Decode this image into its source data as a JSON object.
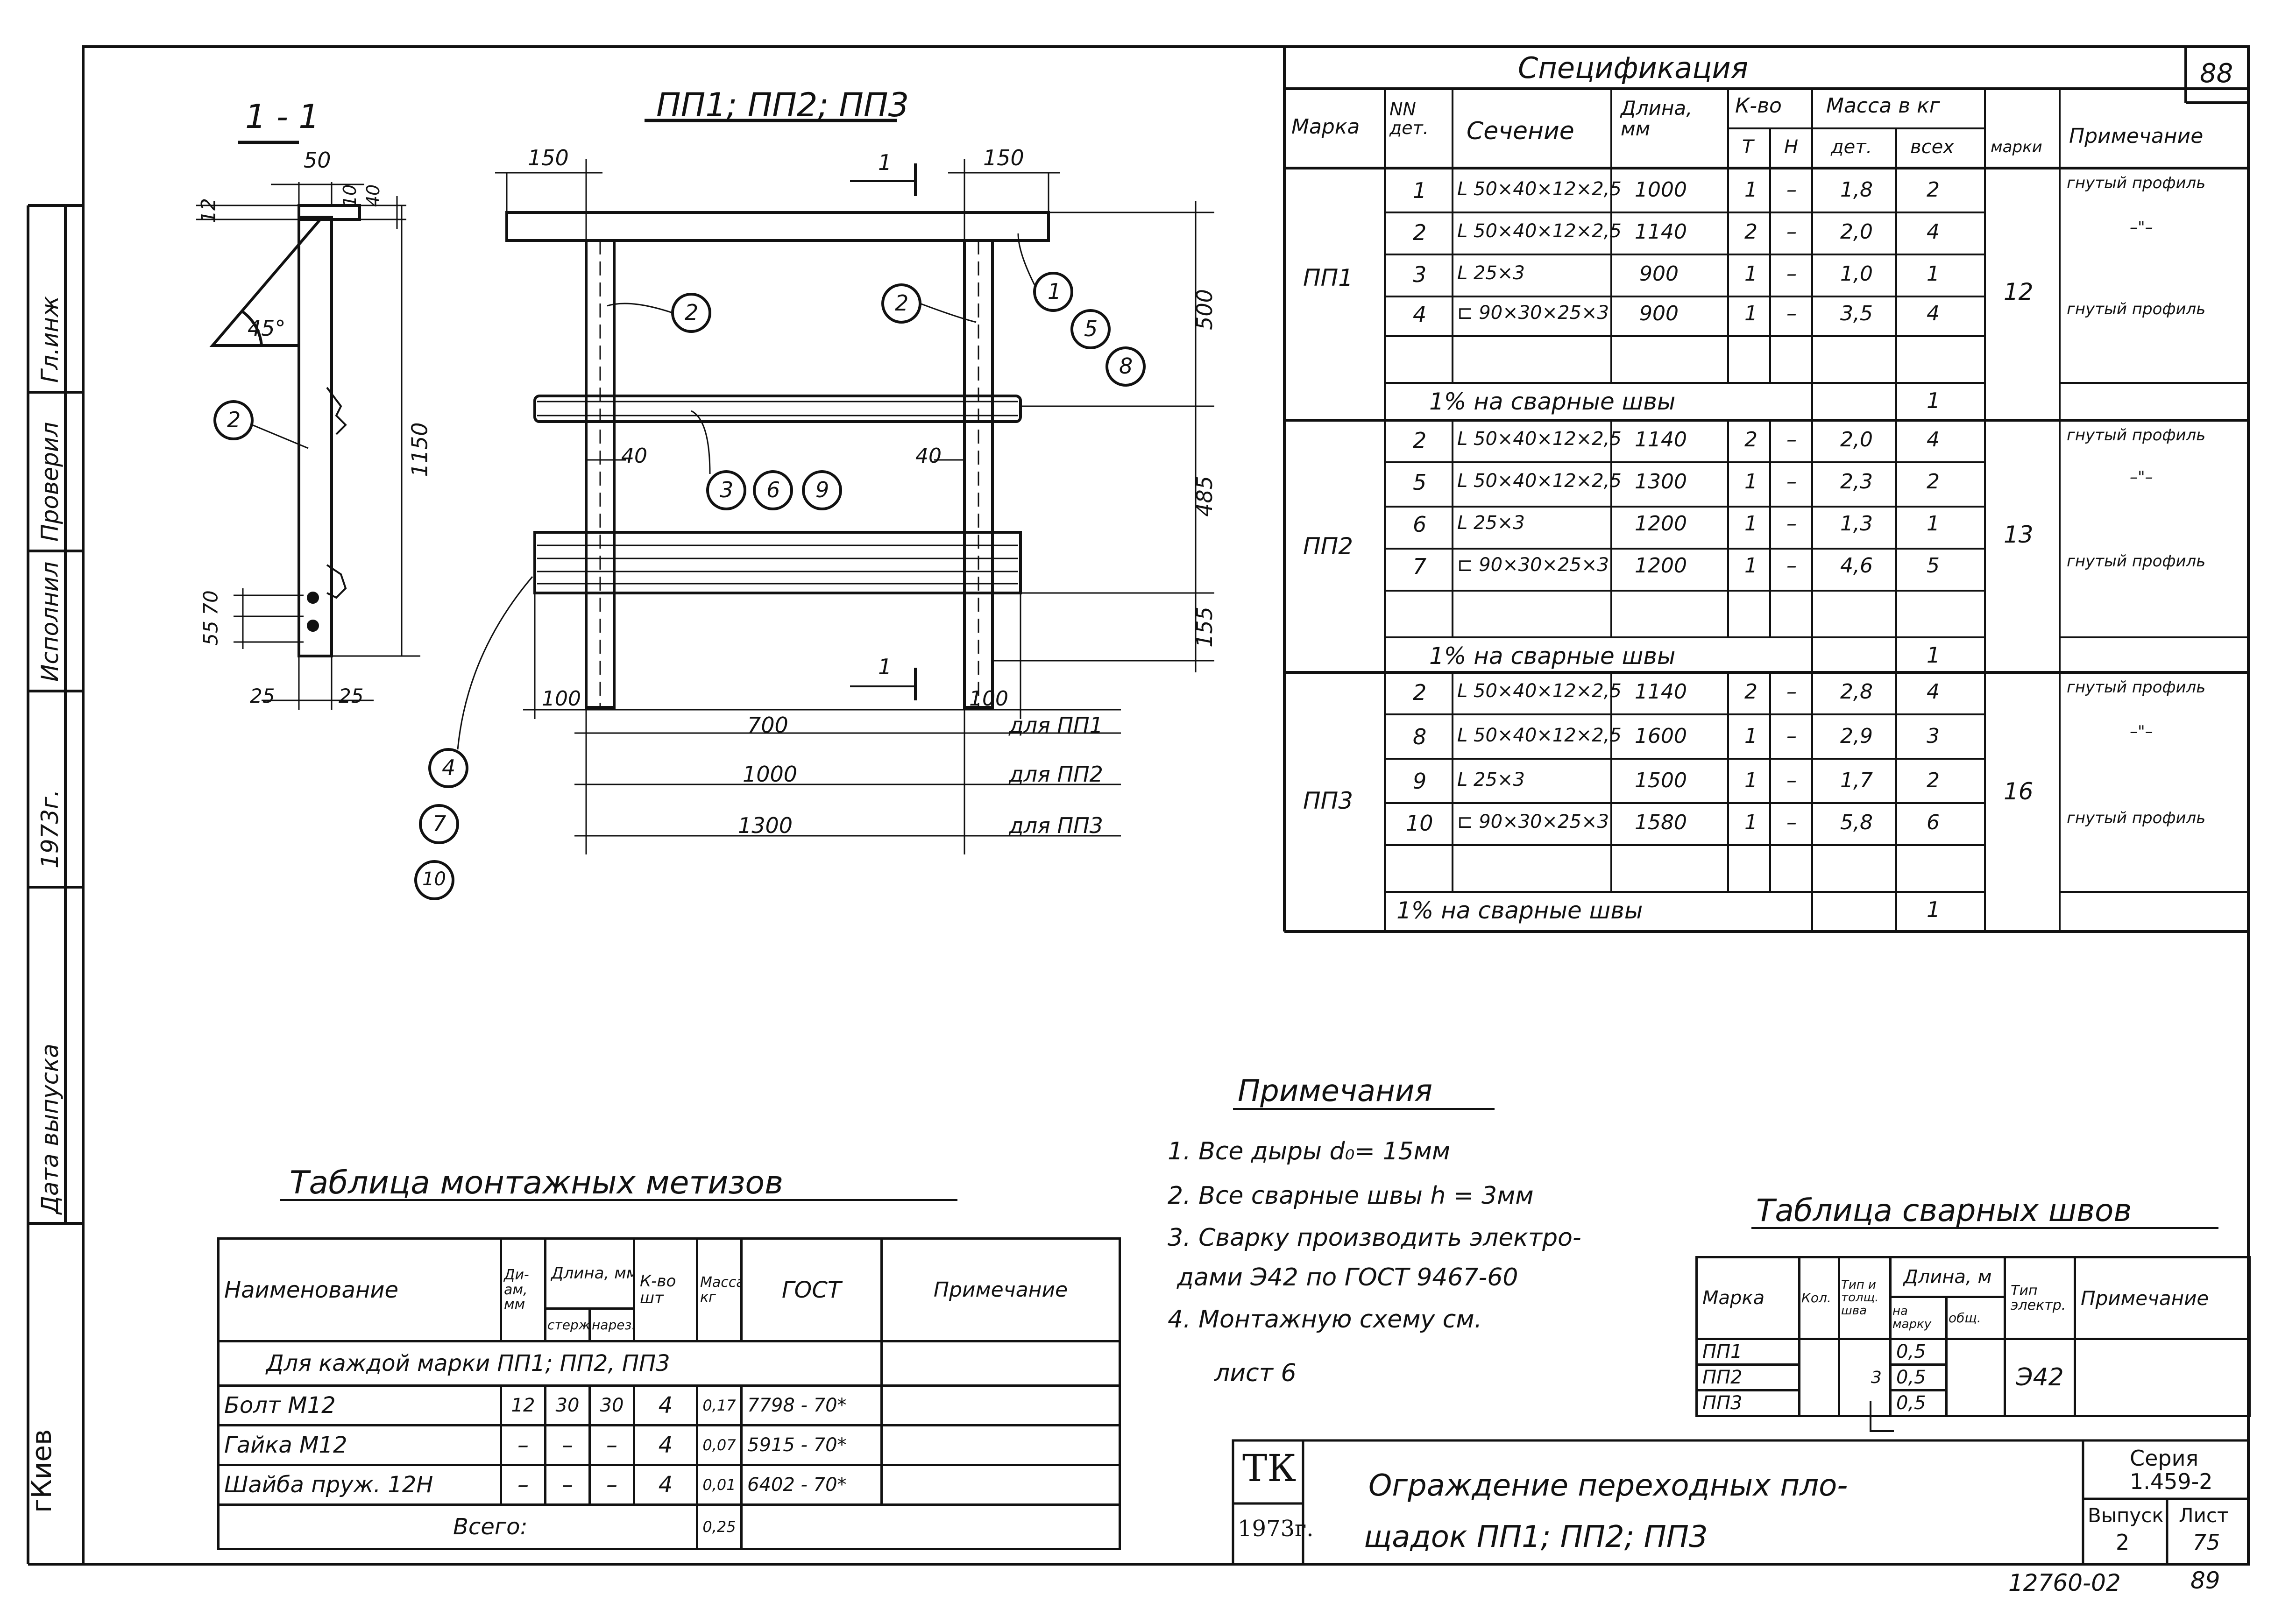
{
  "left_strip": {
    "city": "гКиев",
    "release_date": "Дата выпуска",
    "year": "1973г.",
    "labels": [
      "Исполнил",
      "Проверил",
      "Гл.инж"
    ]
  },
  "page_number_top": "88",
  "section": {
    "title": "1 - 1",
    "d50": "50",
    "d12": "12",
    "d10": "10",
    "d40": "40",
    "angle": "45°",
    "d1150": "1150",
    "d55": "55",
    "d70": "70",
    "d25a": "25",
    "d25b": "25"
  },
  "elevation": {
    "title": "ПП1; ПП2; ПП3",
    "d150a": "150",
    "d150b": "150",
    "d500": "500",
    "d485": "485",
    "d155": "155",
    "d40a": "40",
    "d40b": "40",
    "d100a": "100",
    "d100b": "100",
    "cut": "1",
    "lengths": [
      {
        "value": "700",
        "label": "для ПП1"
      },
      {
        "value": "1000",
        "label": "для ПП2"
      },
      {
        "value": "1300",
        "label": "для ПП3"
      }
    ],
    "callouts": [
      "2",
      "2",
      "1",
      "5",
      "8",
      "3",
      "6",
      "9",
      "4",
      "7",
      "10"
    ]
  },
  "spec": {
    "title": "Спецификация",
    "headers": {
      "mark": "Марка",
      "no": "NN дет.",
      "section": "Сечение",
      "length": "Длина, мм",
      "qty": "К-во",
      "t": "Т",
      "n": "Н",
      "mass": "Масса в кг",
      "det": "дет.",
      "all": "всех",
      "marka": "марки",
      "note": "Примечание"
    },
    "groups": [
      {
        "mark": "ПП1",
        "mass": "12",
        "rows": [
          [
            "1",
            "L 50×40×12×2,5",
            "1000",
            "1",
            "–",
            "1,8",
            "2",
            "гнутый профиль"
          ],
          [
            "2",
            "L 50×40×12×2,5",
            "1140",
            "2",
            "–",
            "2,0",
            "4",
            "–\"–"
          ],
          [
            "3",
            "L 25×3",
            "900",
            "1",
            "–",
            "1,0",
            "1",
            ""
          ],
          [
            "4",
            "⊏ 90×30×25×3",
            "900",
            "1",
            "–",
            "3,5",
            "4",
            "гнутый профиль"
          ]
        ],
        "weld": "1% на сварные швы",
        "weld_mass": "1"
      },
      {
        "mark": "ПП2",
        "mass": "13",
        "rows": [
          [
            "2",
            "L 50×40×12×2,5",
            "1140",
            "2",
            "–",
            "2,0",
            "4",
            "гнутый профиль"
          ],
          [
            "5",
            "L 50×40×12×2,5",
            "1300",
            "1",
            "–",
            "2,3",
            "2",
            "–\"–"
          ],
          [
            "6",
            "L 25×3",
            "1200",
            "1",
            "–",
            "1,3",
            "1",
            ""
          ],
          [
            "7",
            "⊏ 90×30×25×3",
            "1200",
            "1",
            "–",
            "4,6",
            "5",
            "гнутый профиль"
          ]
        ],
        "weld": "1% на сварные швы",
        "weld_mass": "1"
      },
      {
        "mark": "ПП3",
        "mass": "16",
        "rows": [
          [
            "2",
            "L 50×40×12×2,5",
            "1140",
            "2",
            "–",
            "2,8",
            "4",
            "гнутый профиль"
          ],
          [
            "8",
            "L 50×40×12×2,5",
            "1600",
            "1",
            "–",
            "2,9",
            "3",
            "–\"–"
          ],
          [
            "9",
            "L 25×3",
            "1500",
            "1",
            "–",
            "1,7",
            "2",
            ""
          ],
          [
            "10",
            "⊏ 90×30×25×3",
            "1580",
            "1",
            "–",
            "5,8",
            "6",
            "гнутый профиль"
          ]
        ],
        "weld": "1% на сварные швы",
        "weld_mass": "1"
      }
    ]
  },
  "notes": {
    "title": "Примечания",
    "items": [
      "1. Все дыры d₀= 15мм",
      "2. Все сварные швы h = 3мм",
      "3. Сварку производить электро-",
      "дами Э42 по ГОСТ 9467-60",
      "4. Монтажную схему см.",
      "лист 6"
    ]
  },
  "fasteners": {
    "title": "Таблица монтажных метизов",
    "headers": {
      "name": "Наименование",
      "dia": "Ди-ам, мм",
      "len": "Длина, мм",
      "rod": "стерж.",
      "thr": "нарез.",
      "qty": "К-во шт",
      "mass": "Масса кг",
      "gost": "ГОСТ",
      "note": "Примечание"
    },
    "subheader": "Для каждой марки ПП1; ПП2, ПП3",
    "rows": [
      [
        "Болт М12",
        "12",
        "30",
        "30",
        "4",
        "0,17",
        "7798 - 70*"
      ],
      [
        "Гайка М12",
        "–",
        "–",
        "–",
        "4",
        "0,07",
        "5915 - 70*"
      ],
      [
        "Шайба пруж. 12Н",
        "–",
        "–",
        "–",
        "4",
        "0,01",
        "6402 - 70*"
      ]
    ],
    "total_label": "Всего:",
    "total": "0,25"
  },
  "welds": {
    "title": "Таблица сварных швов",
    "headers": {
      "mark": "Марка",
      "qty": "Кол.",
      "type": "Тип и толщ. шва",
      "len": "Длина, м",
      "per": "на марку",
      "tot": "общ.",
      "el": "Тип электр.",
      "note": "Примечание"
    },
    "rows": [
      [
        "ПП1",
        "0,5"
      ],
      [
        "ПП2",
        "0,5"
      ],
      [
        "ПП3",
        "0,5"
      ]
    ],
    "weld_type": "3",
    "electrode": "Э42"
  },
  "stamp": {
    "org": "ТК",
    "year": "1973г.",
    "title1": "Ограждение переходных пло-",
    "title2": "щадок ПП1; ПП2; ПП3",
    "series_label": "Серия",
    "series": "1.459-2",
    "issue_label": "Выпуск",
    "issue": "2",
    "sheet_label": "Лист",
    "sheet": "75"
  },
  "footer": {
    "code": "12760-02",
    "page": "89"
  }
}
